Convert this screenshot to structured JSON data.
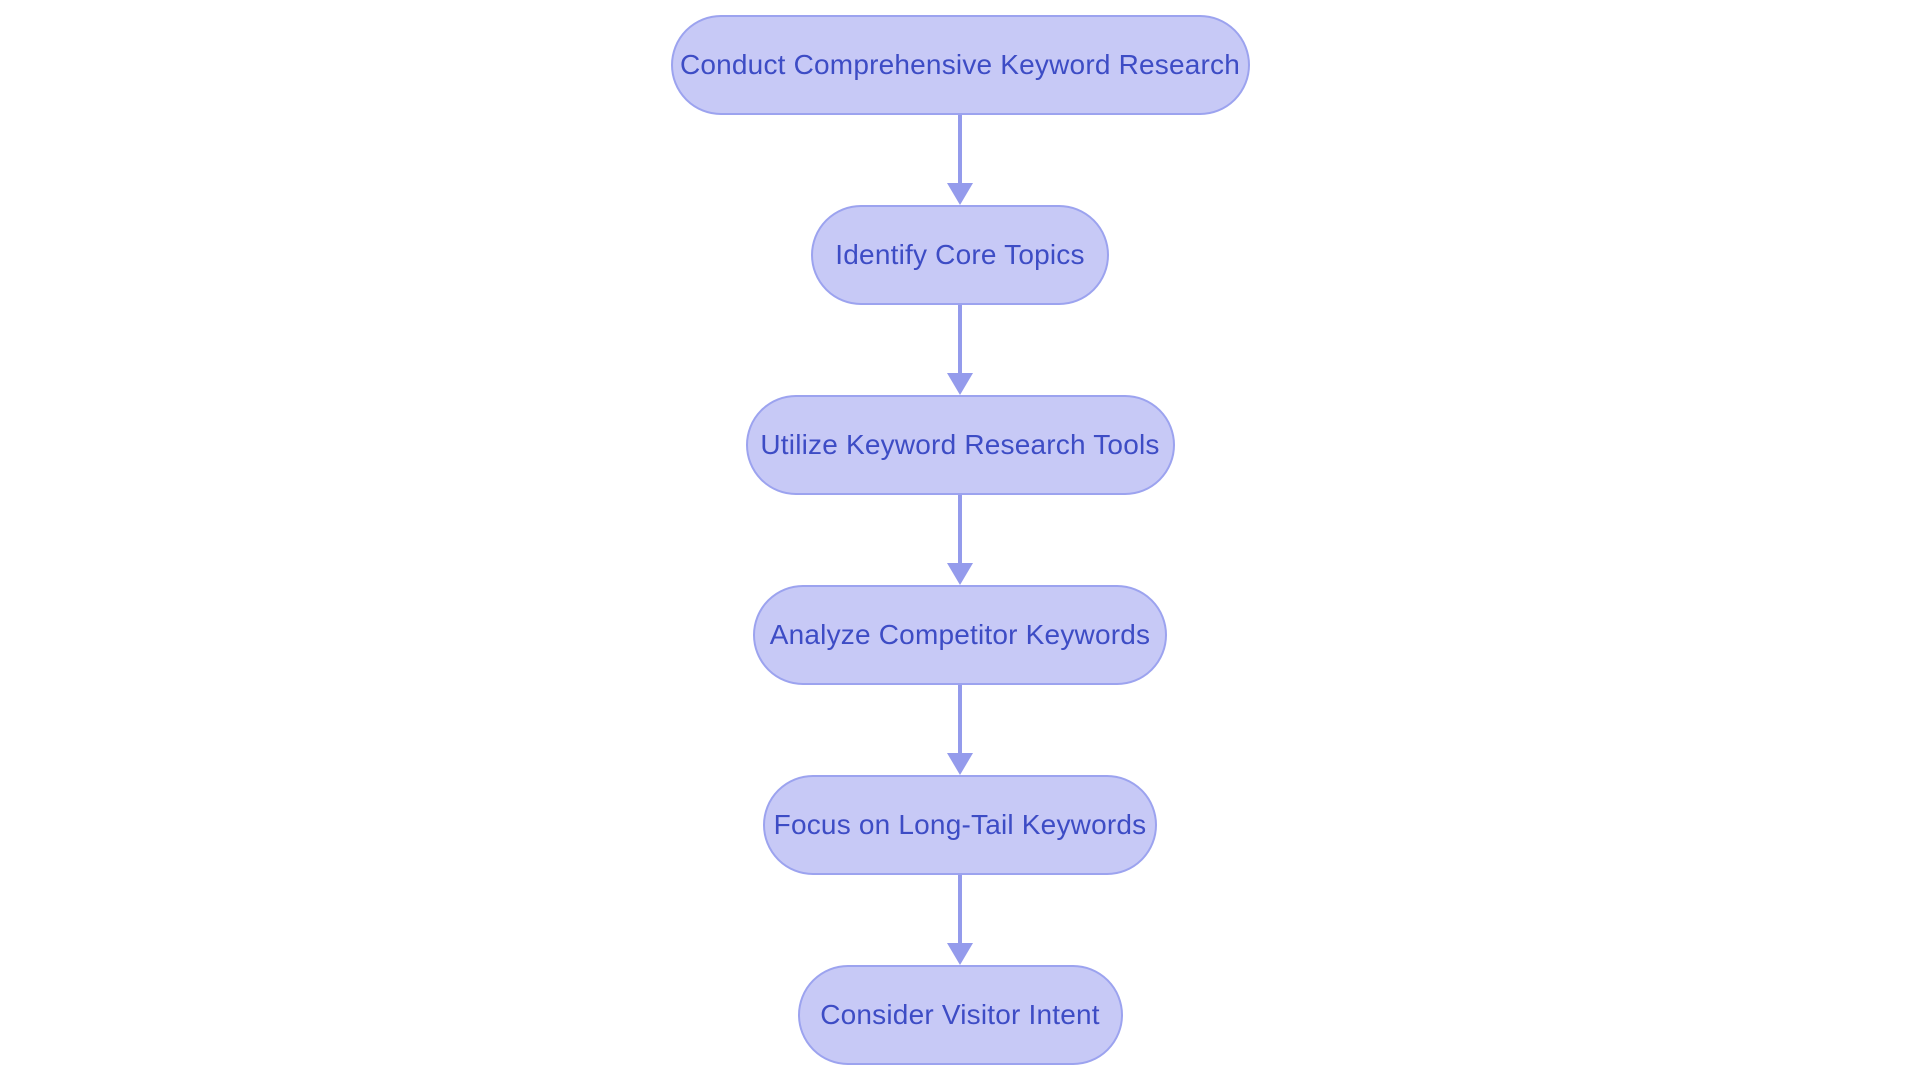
{
  "theme": {
    "background": "#ffffff",
    "node_fill": "#c7c9f6",
    "node_border": "#9ca3ef",
    "text_color": "#3d4cc5",
    "arrow_color": "#949bec"
  },
  "flowchart": {
    "type": "flowchart",
    "direction": "top-down",
    "connector": "arrow",
    "steps": [
      {
        "label": "Conduct Comprehensive Keyword Research"
      },
      {
        "label": "Identify Core Topics"
      },
      {
        "label": "Utilize Keyword Research Tools"
      },
      {
        "label": "Analyze Competitor Keywords"
      },
      {
        "label": "Focus on Long-Tail Keywords"
      },
      {
        "label": "Consider Visitor Intent"
      }
    ]
  }
}
